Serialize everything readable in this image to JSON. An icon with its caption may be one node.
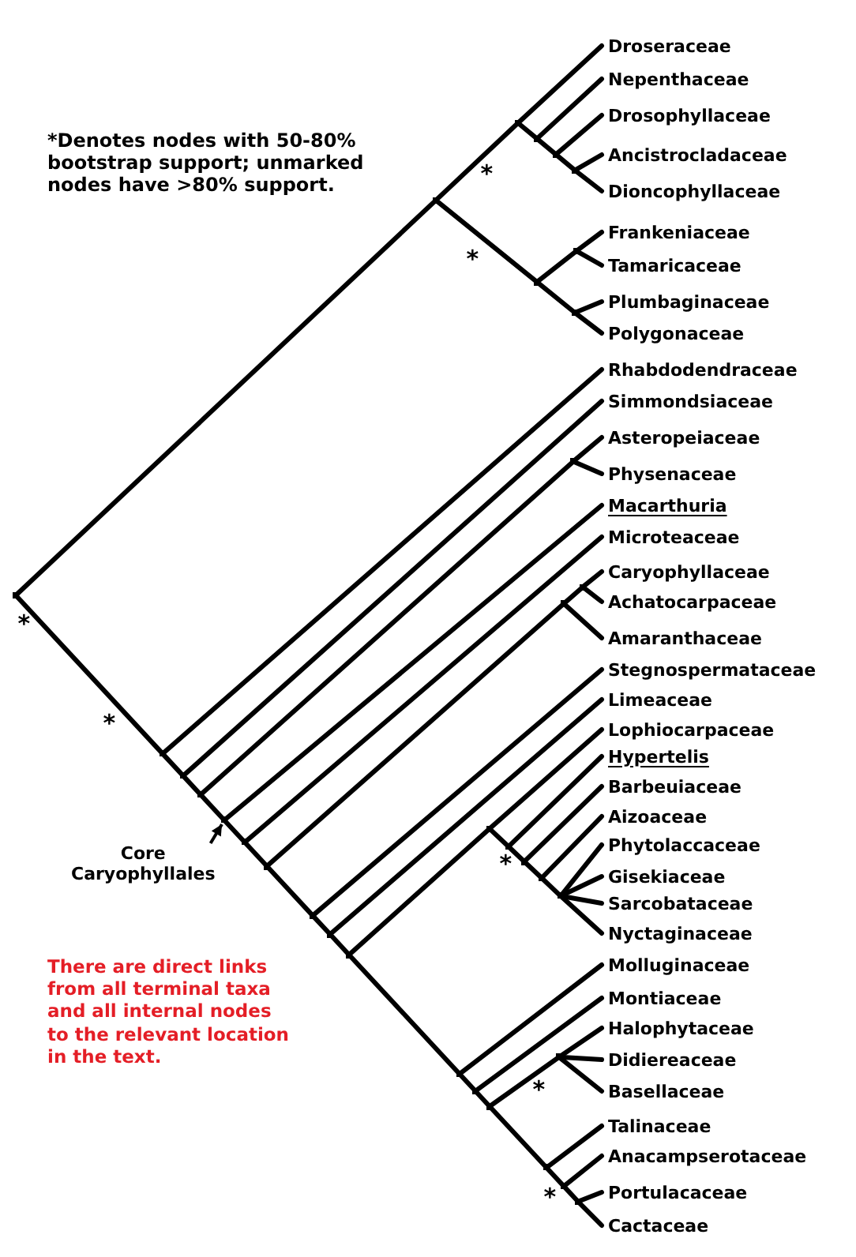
{
  "diagram": {
    "nodes": [
      {
        "text": [
          "Droseraceae"
        ]
      },
      {
        "text": [
          "Nepenthaceae"
        ]
      },
      {
        "text": [
          "Drosophyllaceae"
        ]
      },
      {
        "text": [
          "Ancistrocladaceae"
        ]
      },
      {
        "text": [
          "Dioncophyllaceae"
        ]
      },
      {
        "text": [
          "Frankeniaceae"
        ]
      },
      {
        "text": [
          "Tamaricaceae"
        ]
      },
      {
        "text": [
          "Plumbaginaceae"
        ]
      },
      {
        "text": [
          "Polygonaceae"
        ]
      },
      {
        "text": [
          "Rhabdodendraceae"
        ]
      },
      {
        "text": [
          "Simmondsiaceae"
        ]
      },
      {
        "text": [
          "Asteropeiaceae"
        ]
      },
      {
        "text": [
          "Physenaceae"
        ]
      },
      {
        "text": [
          "Macarthuria"
        ]
      },
      {
        "text": [
          "Microteaceae"
        ]
      },
      {
        "text": [
          "Caryophyllaceae"
        ]
      },
      {
        "text": [
          "Achatocarpaceae"
        ]
      },
      {
        "text": [
          "Amaranthaceae"
        ]
      },
      {
        "text": [
          "Stegnospermataceae"
        ]
      },
      {
        "text": [
          "Limeaceae"
        ]
      },
      {
        "text": [
          "Lophiocarpaceae"
        ]
      },
      {
        "text": [
          "Hypertelis"
        ]
      },
      {
        "text": [
          "Barbeuiaceae"
        ]
      },
      {
        "text": [
          "Aizoaceae"
        ]
      },
      {
        "text": [
          "Phytolaccaceae"
        ]
      },
      {
        "text": [
          "Gisekiaceae"
        ]
      },
      {
        "text": [
          "Sarcobataceae"
        ]
      },
      {
        "text": [
          "Nyctaginaceae"
        ]
      },
      {
        "text": [
          "Molluginaceae"
        ]
      },
      {
        "text": [
          "Montiaceae"
        ]
      },
      {
        "text": [
          "Halophytaceae"
        ]
      },
      {
        "text": [
          "Didiereaceae"
        ]
      },
      {
        "text": [
          "Basellaceae"
        ]
      },
      {
        "text": [
          "Talinaceae"
        ]
      },
      {
        "text": [
          "Anacampserotaceae"
        ]
      },
      {
        "text": [
          "Portulacaceae"
        ]
      },
      {
        "text": [
          "Cactaceae"
        ]
      },
      {
        "text": [
          "Core Caryophyllales"
        ]
      },
      {
        "text": [],
        "shape": "point",
        "beside": [
          "*"
        ]
      },
      {
        "text": [],
        "shape": "point"
      },
      {
        "text": [],
        "shape": "point",
        "beside": [
          "*"
        ]
      },
      {
        "text": [],
        "shape": "point"
      },
      {
        "text": [],
        "shape": "point"
      },
      {
        "text": [],
        "shape": "point"
      },
      {
        "text": [],
        "shape": "point",
        "beside": [
          "*"
        ]
      },
      {
        "text": [],
        "shape": "point"
      },
      {
        "text": [],
        "shape": "point"
      },
      {
        "text": [],
        "shape": "point",
        "beside": [
          "*"
        ]
      },
      {
        "text": [],
        "shape": "point"
      },
      {
        "text": [],
        "shape": "point"
      },
      {
        "text": [],
        "shape": "point"
      },
      {
        "text": [],
        "shape": "point"
      },
      {
        "text": [],
        "shape": "point"
      },
      {
        "text": [],
        "shape": "point"
      },
      {
        "text": [],
        "shape": "point"
      },
      {
        "text": [],
        "shape": "point"
      },
      {
        "text": [],
        "shape": "point"
      },
      {
        "text": [],
        "shape": "point"
      },
      {
        "text": [],
        "shape": "point"
      },
      {
        "text": [],
        "shape": "point"
      },
      {
        "text": [],
        "shape": "point",
        "beside": [
          "*"
        ]
      },
      {
        "text": [],
        "shape": "point"
      },
      {
        "text": [],
        "shape": "point"
      },
      {
        "text": [],
        "shape": "point"
      },
      {
        "text": [],
        "shape": "point"
      },
      {
        "text": [],
        "shape": "point"
      },
      {
        "text": [],
        "shape": "point"
      },
      {
        "text": [],
        "shape": "point",
        "beside": [
          "*"
        ]
      },
      {
        "text": [],
        "shape": "point"
      },
      {
        "text": [],
        "shape": "point",
        "beside": [
          "*"
        ]
      },
      {
        "text": [],
        "shape": "point"
      }
    ],
    "edges": [
      {
        "from": 38,
        "to": 39,
        "arrow": "none"
      },
      {
        "from": 39,
        "to": 40,
        "arrow": "none"
      },
      {
        "from": 40,
        "to": 0,
        "arrow": "none"
      },
      {
        "from": 40,
        "to": 41,
        "arrow": "none"
      },
      {
        "from": 41,
        "to": 1,
        "arrow": "none"
      },
      {
        "from": 41,
        "to": 42,
        "arrow": "none"
      },
      {
        "from": 42,
        "to": 2,
        "arrow": "none"
      },
      {
        "from": 42,
        "to": 43,
        "arrow": "none"
      },
      {
        "from": 43,
        "to": 3,
        "arrow": "none"
      },
      {
        "from": 43,
        "to": 4,
        "arrow": "none"
      },
      {
        "from": 39,
        "to": 44,
        "arrow": "none"
      },
      {
        "from": 44,
        "to": 45,
        "arrow": "none"
      },
      {
        "from": 45,
        "to": 5,
        "arrow": "none"
      },
      {
        "from": 45,
        "to": 6,
        "arrow": "none"
      },
      {
        "from": 44,
        "to": 46,
        "arrow": "none"
      },
      {
        "from": 46,
        "to": 7,
        "arrow": "none"
      },
      {
        "from": 46,
        "to": 8,
        "arrow": "none"
      },
      {
        "from": 38,
        "to": 47,
        "arrow": "none"
      },
      {
        "from": 47,
        "to": 9,
        "arrow": "none"
      },
      {
        "from": 47,
        "to": 48,
        "arrow": "none"
      },
      {
        "from": 48,
        "to": 10,
        "arrow": "none"
      },
      {
        "from": 48,
        "to": 49,
        "arrow": "none"
      },
      {
        "from": 49,
        "to": 50,
        "arrow": "none"
      },
      {
        "from": 50,
        "to": 11,
        "arrow": "none"
      },
      {
        "from": 50,
        "to": 12,
        "arrow": "none"
      },
      {
        "from": 49,
        "to": 51,
        "arrow": "none"
      },
      {
        "from": 51,
        "to": 13,
        "arrow": "none"
      },
      {
        "from": 51,
        "to": 52,
        "arrow": "none"
      },
      {
        "from": 52,
        "to": 14,
        "arrow": "none"
      },
      {
        "from": 52,
        "to": 53,
        "arrow": "none"
      },
      {
        "from": 53,
        "to": 54,
        "arrow": "none"
      },
      {
        "from": 54,
        "to": 55,
        "arrow": "none"
      },
      {
        "from": 55,
        "to": 15,
        "arrow": "none"
      },
      {
        "from": 55,
        "to": 16,
        "arrow": "none"
      },
      {
        "from": 54,
        "to": 17,
        "arrow": "none"
      },
      {
        "from": 53,
        "to": 56,
        "arrow": "none"
      },
      {
        "from": 56,
        "to": 18,
        "arrow": "none"
      },
      {
        "from": 56,
        "to": 57,
        "arrow": "none"
      },
      {
        "from": 57,
        "to": 19,
        "arrow": "none"
      },
      {
        "from": 57,
        "to": 58,
        "arrow": "none"
      },
      {
        "from": 58,
        "to": 59,
        "arrow": "none"
      },
      {
        "from": 59,
        "to": 20,
        "arrow": "none"
      },
      {
        "from": 59,
        "to": 60,
        "arrow": "none"
      },
      {
        "from": 60,
        "to": 21,
        "arrow": "none"
      },
      {
        "from": 60,
        "to": 61,
        "arrow": "none"
      },
      {
        "from": 61,
        "to": 22,
        "arrow": "none"
      },
      {
        "from": 61,
        "to": 62,
        "arrow": "none"
      },
      {
        "from": 62,
        "to": 23,
        "arrow": "none"
      },
      {
        "from": 62,
        "to": 63,
        "arrow": "none"
      },
      {
        "from": 63,
        "to": 24,
        "arrow": "none"
      },
      {
        "from": 63,
        "to": 25,
        "arrow": "none"
      },
      {
        "from": 63,
        "to": 26,
        "arrow": "none"
      },
      {
        "from": 63,
        "to": 27,
        "arrow": "none"
      },
      {
        "from": 58,
        "to": 64,
        "arrow": "none"
      },
      {
        "from": 64,
        "to": 28,
        "arrow": "none"
      },
      {
        "from": 64,
        "to": 65,
        "arrow": "none"
      },
      {
        "from": 65,
        "to": 29,
        "arrow": "none"
      },
      {
        "from": 65,
        "to": 66,
        "arrow": "none"
      },
      {
        "from": 66,
        "to": 67,
        "arrow": "none"
      },
      {
        "from": 67,
        "to": 30,
        "arrow": "none"
      },
      {
        "from": 67,
        "to": 31,
        "arrow": "none"
      },
      {
        "from": 67,
        "to": 32,
        "arrow": "none"
      },
      {
        "from": 66,
        "to": 68,
        "arrow": "none"
      },
      {
        "from": 68,
        "to": 33,
        "arrow": "none"
      },
      {
        "from": 68,
        "to": 69,
        "arrow": "none"
      },
      {
        "from": 69,
        "to": 34,
        "arrow": "none"
      },
      {
        "from": 69,
        "to": 70,
        "arrow": "none"
      },
      {
        "from": 70,
        "to": 35,
        "arrow": "none"
      },
      {
        "from": 70,
        "to": 36,
        "arrow": "none"
      },
      {
        "from": 37,
        "to": 51,
        "arrow": "to"
      }
    ],
    "labels": [
      "*Denotes nodes with 50-80% bootstrap support; unmarked nodes have >80% support.",
      "There are direct links from all terminal taxa and all internal nodes to the relevant location in the text."
    ]
  }
}
